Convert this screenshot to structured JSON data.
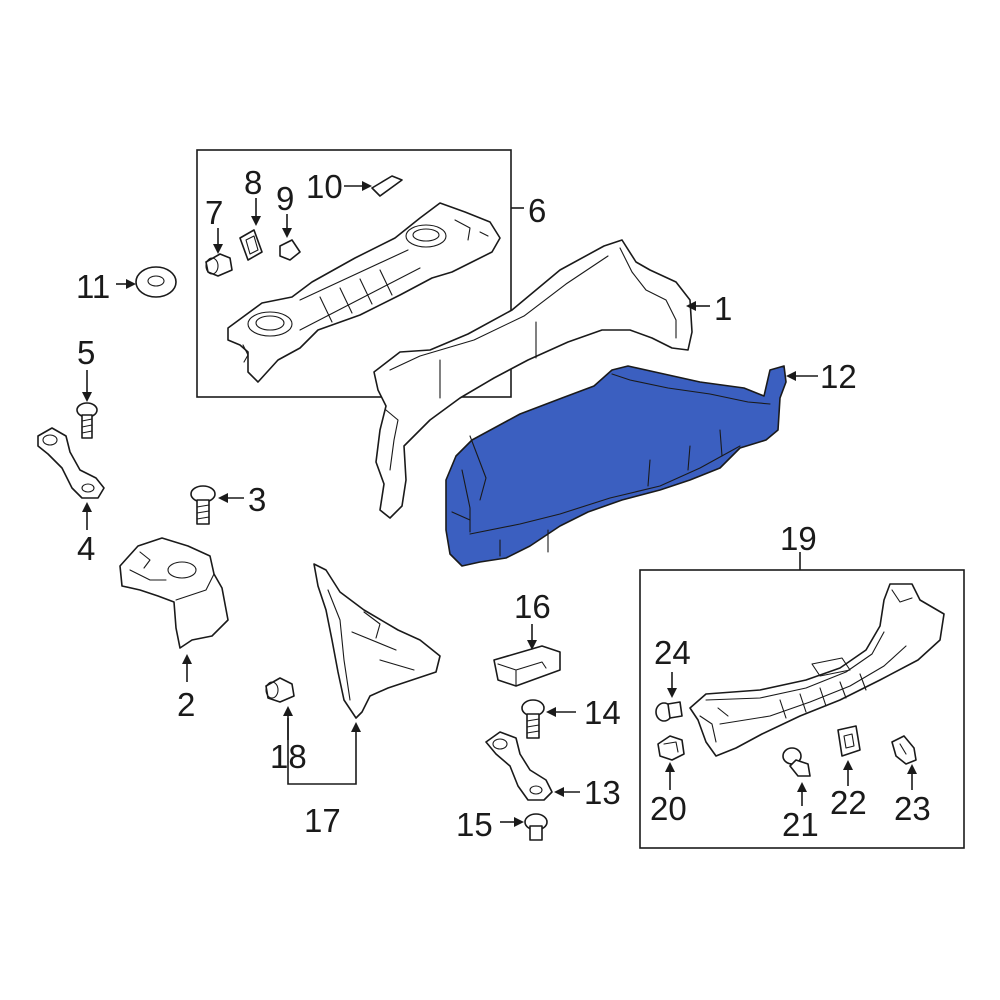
{
  "colors": {
    "highlight": "#3b5fc0",
    "line": "#1a1a1a",
    "background": "#ffffff"
  },
  "callouts": {
    "c1": "1",
    "c2": "2",
    "c3": "3",
    "c4": "4",
    "c5": "5",
    "c6": "6",
    "c7": "7",
    "c8": "8",
    "c9": "9",
    "c10": "10",
    "c11": "11",
    "c12": "12",
    "c13": "13",
    "c14": "14",
    "c15": "15",
    "c16": "16",
    "c17": "17",
    "c18": "18",
    "c19": "19",
    "c20": "20",
    "c21": "21",
    "c22": "22",
    "c23": "23",
    "c24": "24"
  },
  "highlighted_part": "12"
}
